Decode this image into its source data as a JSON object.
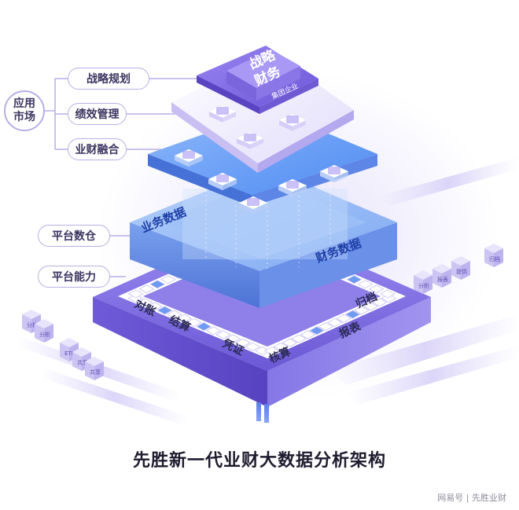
{
  "left_panel": {
    "app_market": "应用\n市场",
    "app_items": [
      "战略规划",
      "绩效管理",
      "业财融合"
    ],
    "platform_items": [
      "平台数仓",
      "平台能力"
    ]
  },
  "top_layer": {
    "core_title": "战略\n财务",
    "core_badge": "集团企业"
  },
  "middle_layer": {
    "business_data": "业务数据",
    "finance_data": "财务数据"
  },
  "ring_labels": [
    "对账",
    "结算",
    "凭证",
    "核算",
    "报表",
    "归档"
  ],
  "side_blocks": {
    "left": [
      "ETL",
      "共享",
      "分析"
    ],
    "right": [
      "归档",
      "分析",
      "报表",
      "提供"
    ]
  },
  "footer": {
    "title": "先胜新一代业财大数据分析架构",
    "watermark": "网易号 | 先胜业财"
  },
  "colors": {
    "purple": "#7b68ee",
    "blue": "#6aa3f5",
    "dark_purple": "#5b45c4"
  }
}
